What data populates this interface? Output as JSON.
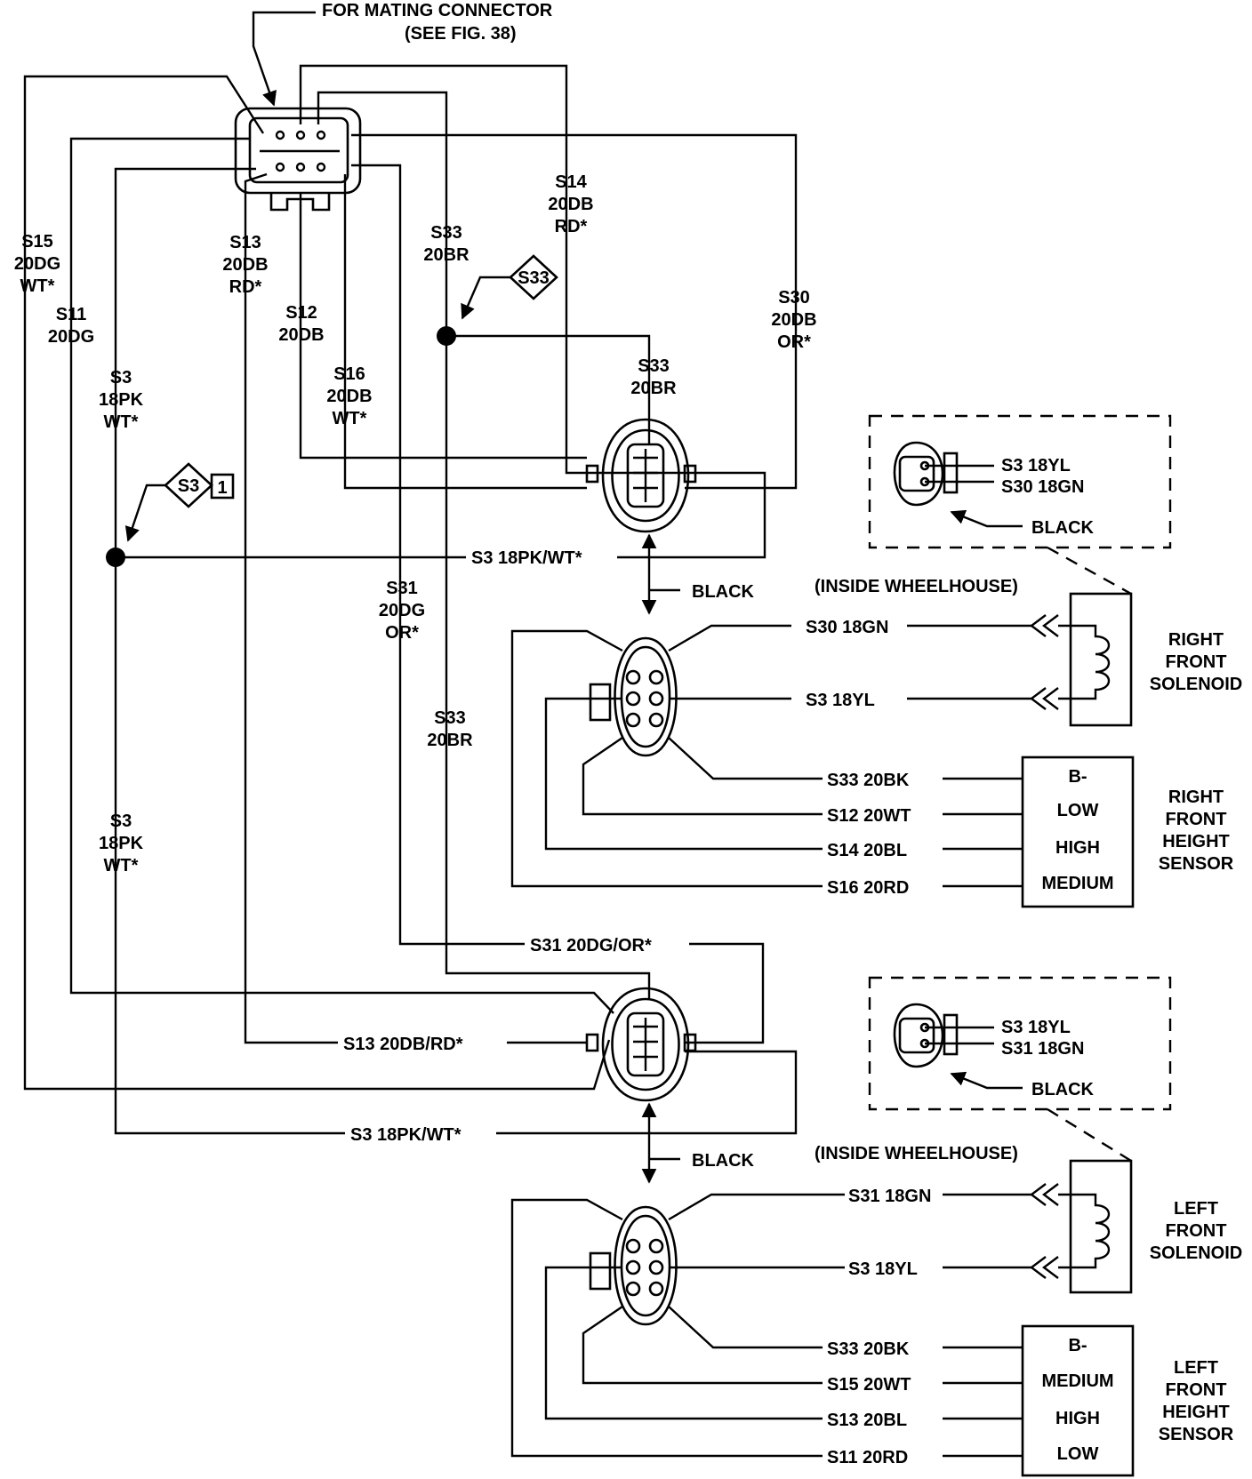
{
  "header": {
    "line1": "FOR MATING CONNECTOR",
    "line2": "(SEE FIG. 38)"
  },
  "left_wire_labels": {
    "s15": [
      "S15",
      "20DG",
      "WT*"
    ],
    "s11": [
      "S11",
      "20DG"
    ],
    "s3_upper": [
      "S3",
      "18PK",
      "WT*"
    ],
    "s3_lower": [
      "S3",
      "18PK",
      "WT*"
    ],
    "s13": [
      "S13",
      "20DB",
      "RD*"
    ],
    "s12": [
      "S12",
      "20DB"
    ],
    "s16": [
      "S16",
      "20DB",
      "WT*"
    ],
    "s31": [
      "S31",
      "20DG",
      "OR*"
    ],
    "s33_upper": [
      "S33",
      "20BR"
    ],
    "s33_lower": [
      "S33",
      "20BR"
    ],
    "s33_conn": [
      "S33",
      "20BR"
    ],
    "s14": [
      "S14",
      "20DB",
      "RD*"
    ],
    "s30": [
      "S30",
      "20DB",
      "OR*"
    ]
  },
  "splices": {
    "s33": "S33",
    "s3": "S3",
    "s3_note": "1"
  },
  "horizontal_labels": {
    "s3_upper": "S3   18PK/WT*",
    "s31": "S31   20DG/OR*",
    "s13": "S13   20DB/RD*",
    "s3_lower": "S3   18PK/WT*"
  },
  "black_labels": {
    "upper": "BLACK",
    "lower": "BLACK"
  },
  "right_inset": {
    "wire1": "S3 18YL",
    "wire2": "S30 18GN",
    "color": "BLACK",
    "location": "(INSIDE WHEELHOUSE)"
  },
  "left_inset": {
    "wire1": "S3 18YL",
    "wire2": "S31 18GN",
    "color": "BLACK",
    "location": "(INSIDE WHEELHOUSE)"
  },
  "right_solenoid": {
    "wires": [
      "S30   18GN",
      "S3   18YL"
    ],
    "name": [
      "RIGHT",
      "FRONT",
      "SOLENOID"
    ]
  },
  "right_sensor": {
    "wires": [
      "S33 20BK",
      "S12 20WT",
      "S14 20BL",
      "S16 20RD"
    ],
    "pins": [
      "B-",
      "LOW",
      "HIGH",
      "MEDIUM"
    ],
    "name": [
      "RIGHT",
      "FRONT",
      "HEIGHT",
      "SENSOR"
    ]
  },
  "left_solenoid": {
    "wires": [
      "S31 18GN",
      "S3 18YL"
    ],
    "name": [
      "LEFT",
      "FRONT",
      "SOLENOID"
    ]
  },
  "left_sensor": {
    "wires": [
      "S33 20BK",
      "S15 20WT",
      "S13 20BL",
      "S11 20RD"
    ],
    "pins": [
      "B-",
      "MEDIUM",
      "HIGH",
      "LOW"
    ],
    "name": [
      "LEFT",
      "FRONT",
      "HEIGHT",
      "SENSOR"
    ]
  }
}
